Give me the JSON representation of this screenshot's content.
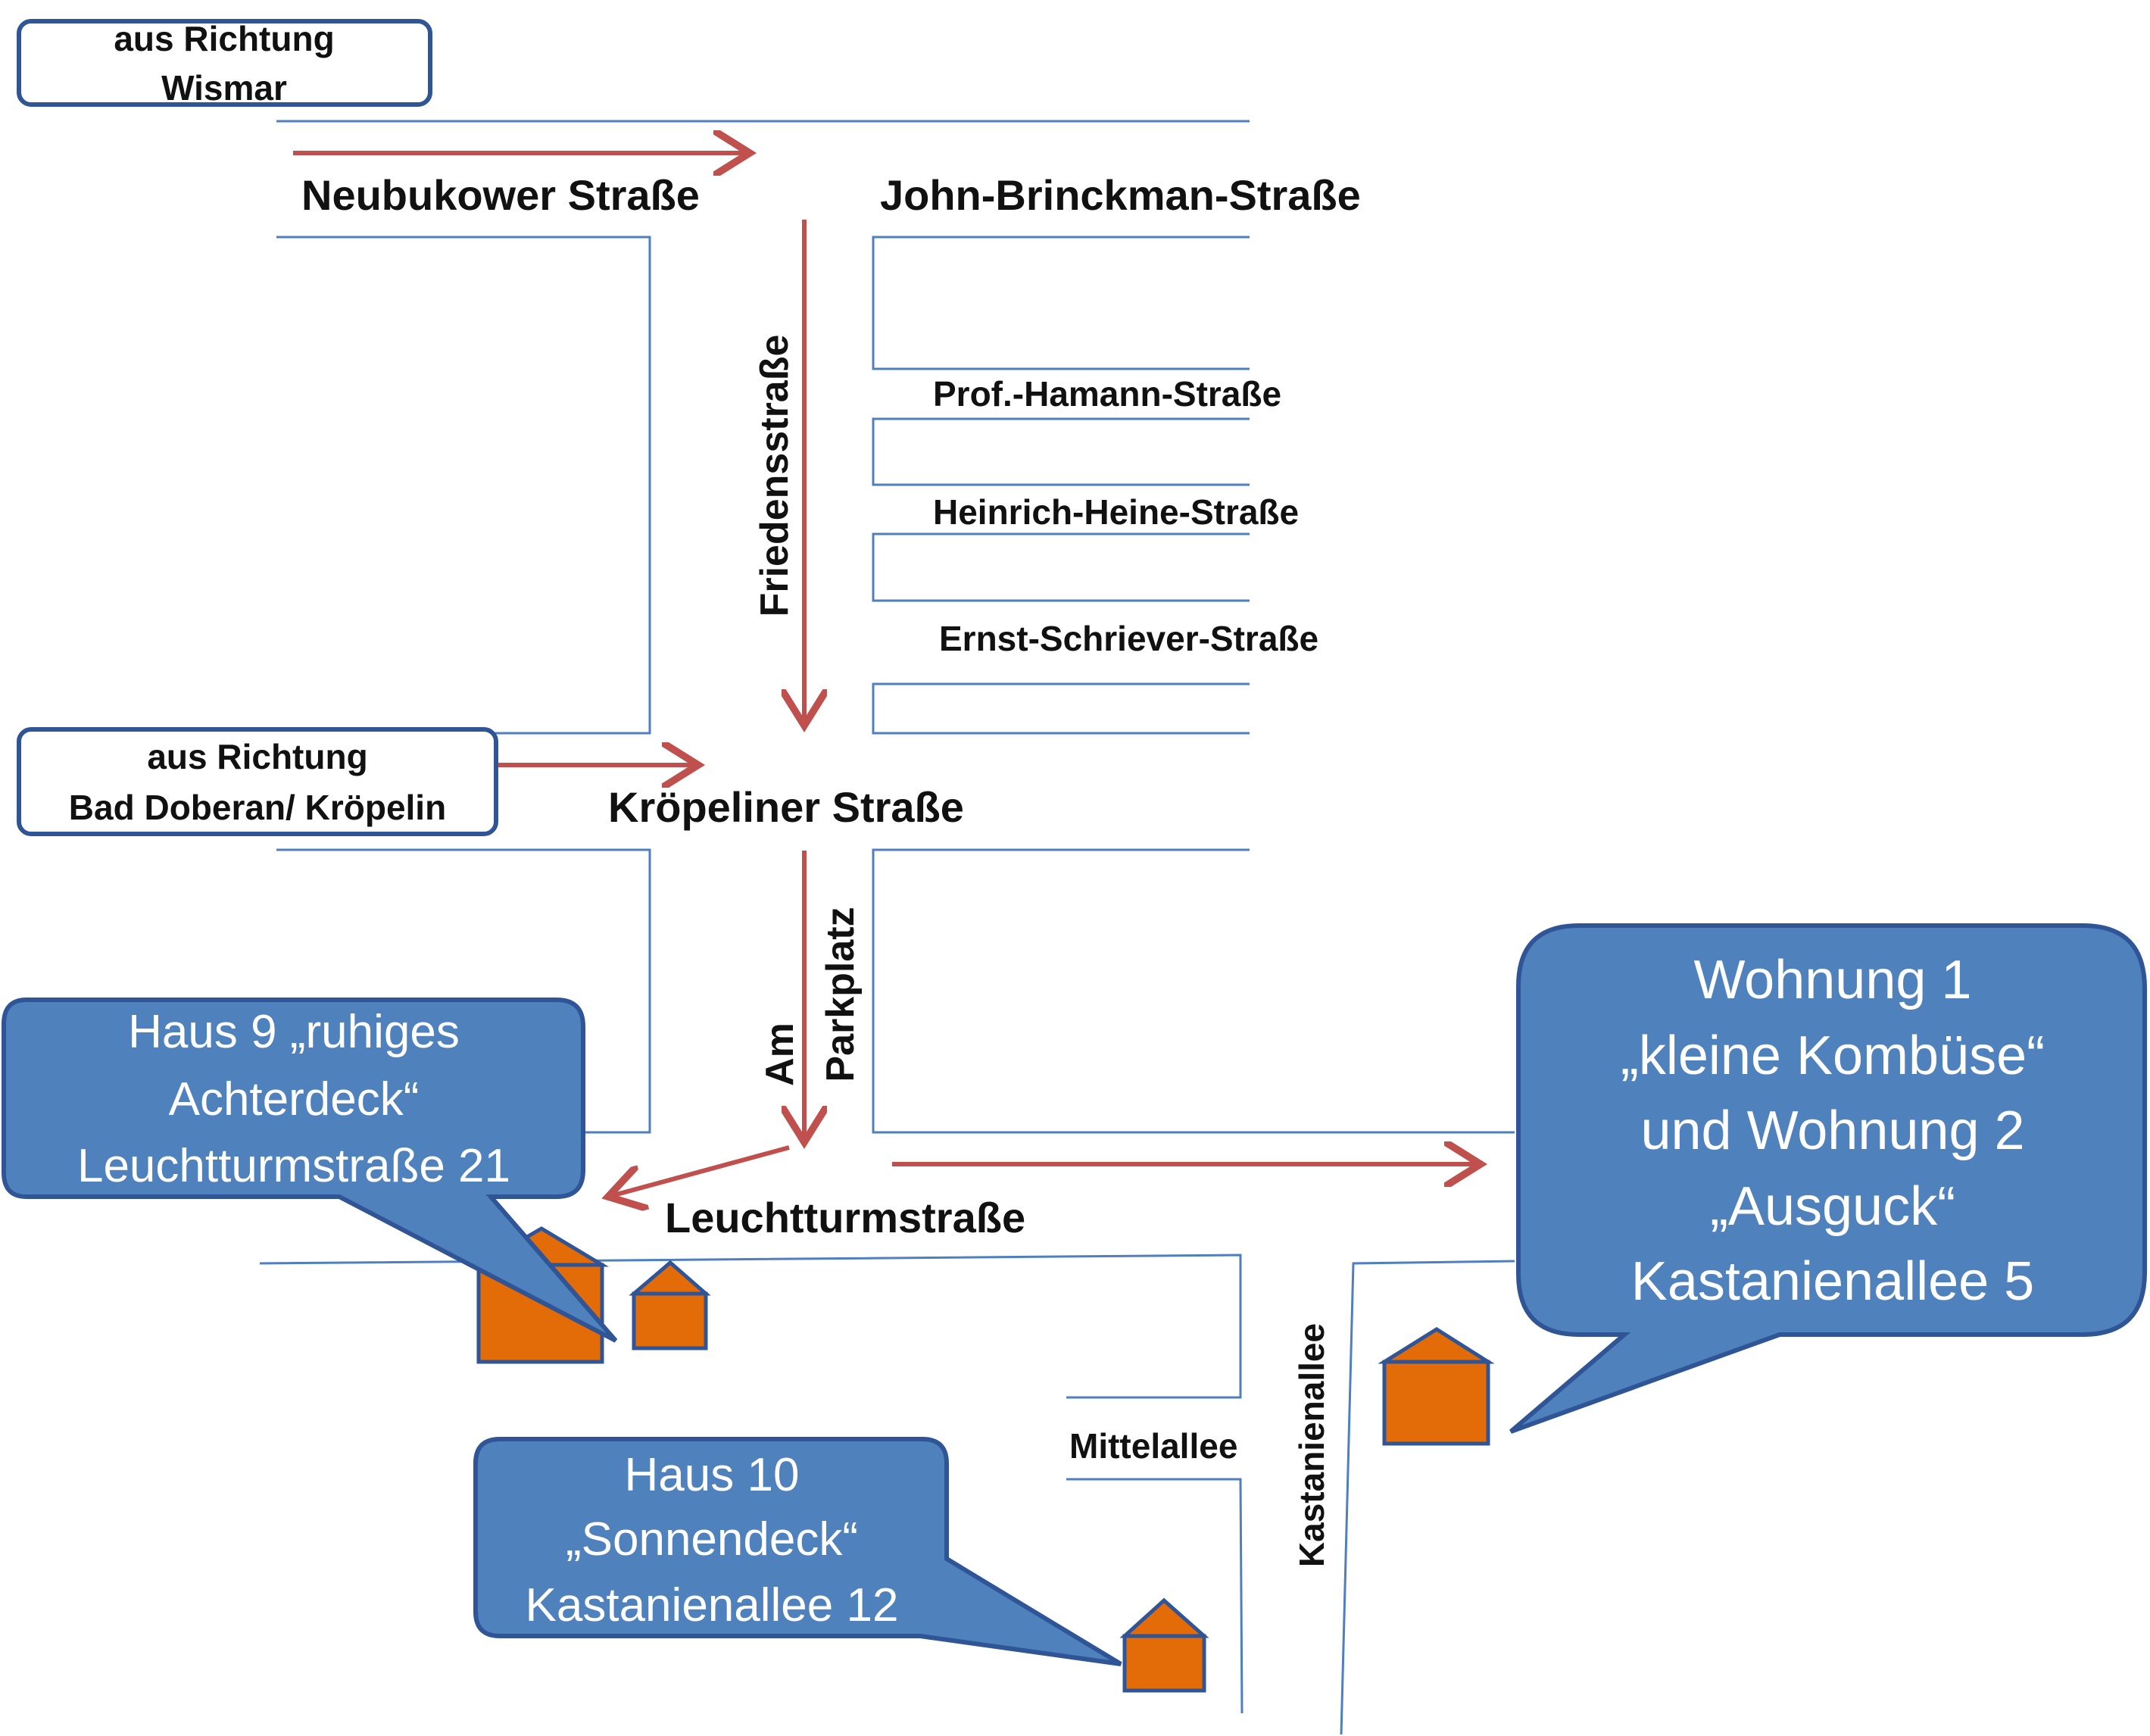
{
  "colors": {
    "road_line": "#4f7fbf",
    "arrow": "#c0504d",
    "callout_fill": "#4f81bd",
    "callout_border": "#2f5597",
    "house_fill": "#e36c09",
    "house_border": "#2f5597"
  },
  "origins": {
    "wismar": {
      "line1": "aus Richtung",
      "line2": "Wismar"
    },
    "doberan": {
      "line1": "aus Richtung",
      "line2": "Bad Doberan/ Kröpelin"
    }
  },
  "streets": {
    "neubukower": "Neubukower Straße",
    "john_brinckman": "John-Brinckman-Straße",
    "friedensstrasse": "Friedensstraße",
    "prof_hamann": "Prof.-Hamann-Straße",
    "heinrich_heine": "Heinrich-Heine-Straße",
    "ernst_schriever": "Ernst-Schriever-Straße",
    "kroepeliner": "Kröpeliner Straße",
    "am_parkplatz_1": "Am",
    "am_parkplatz_2": "Parkplatz",
    "leuchtturmstrasse": "Leuchtturmstraße",
    "mittelallee": "Mittelallee",
    "kastanienallee": "Kastanienallee"
  },
  "callouts": {
    "haus9": {
      "line1": "Haus 9 „ruhiges",
      "line2": "Achterdeck“",
      "line3": "Leuchtturmstraße  21"
    },
    "haus10": {
      "line1": "Haus 10",
      "line2": "„Sonnendeck“",
      "line3": "Kastanienallee 12"
    },
    "wohnung": {
      "line1": "Wohnung 1",
      "line2": "„kleine Kombüse“",
      "line3": "und Wohnung 2",
      "line4": "„Ausguck“",
      "line5": "Kastanienallee 5"
    }
  },
  "houses": [
    "haus-9",
    "neighbour-house",
    "haus-10",
    "wohnung-1-2"
  ]
}
